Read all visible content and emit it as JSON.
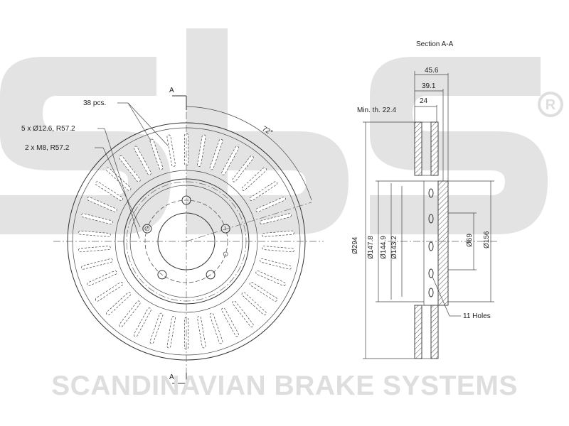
{
  "brand": {
    "footer": "SCANDINAVIAN BRAKE SYSTEMS",
    "logo": "sbs",
    "registered_mark": "R"
  },
  "front_view": {
    "vent_count_label": "38 pcs.",
    "bolt_holes_label": "5 x Ø12.6, R57.2",
    "threads_label": "2 x M8, R57.2",
    "angle_label": "72°",
    "section_mark": "A"
  },
  "section_view": {
    "title": "Section A-A",
    "min_thickness": "Min. th. 22.4",
    "dims_top": [
      "45.6",
      "39.1",
      "24"
    ],
    "diameters": [
      "Ø294",
      "Ø147.8",
      "Ø144.9",
      "Ø143.2",
      "Ø69",
      "Ø156"
    ],
    "holes_label": "11 Holes"
  }
}
